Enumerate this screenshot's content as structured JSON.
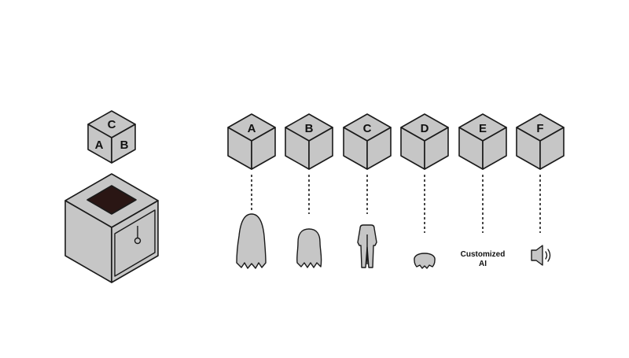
{
  "colors": {
    "cube_face": "#c6c6c6",
    "stroke": "#1a1a1a",
    "slot": "#2a1614",
    "background": "#ffffff"
  },
  "left": {
    "small_cube": {
      "top_label": "C",
      "left_label": "A",
      "right_label": "B"
    },
    "safe_box": {
      "slot": "opening",
      "dial": "lock-dial-icon"
    }
  },
  "cubes": [
    {
      "label": "A",
      "icon": "ghost-figure-tall-icon"
    },
    {
      "label": "B",
      "icon": "ghost-figure-short-icon"
    },
    {
      "label": "C",
      "icon": "suit-figure-icon"
    },
    {
      "label": "D",
      "icon": "small-blob-icon"
    },
    {
      "label": "E",
      "icon": "customized-ai-text",
      "text_line1": "Customized",
      "text_line2": "AI"
    },
    {
      "label": "F",
      "icon": "speaker-icon"
    }
  ]
}
